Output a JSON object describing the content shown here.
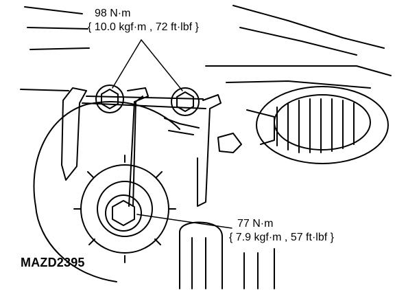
{
  "figure_code": "MAZD2395",
  "torque_specs": [
    {
      "name": "upper-bolts",
      "nm": "98 N·m",
      "alt": "{ 10.0 kgf·m , 72 ft·lbf }"
    },
    {
      "name": "center-bolt",
      "nm": "77 N·m",
      "alt": "{ 7.9 kgf·m , 57 ft·lbf }"
    }
  ],
  "colors": {
    "line": "#000000",
    "background": "#ffffff"
  }
}
